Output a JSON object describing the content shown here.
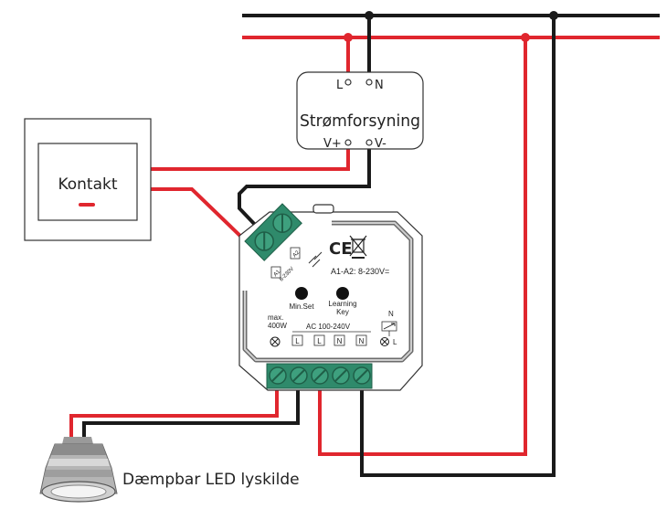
{
  "colors": {
    "live": "#e0262e",
    "neutral": "#1a1a1a",
    "terminal_green": "#2f8a6b",
    "panel_grey": "#6b6b6b"
  },
  "power_supply": {
    "label": "Strømforsyning",
    "in_l": "L",
    "in_n": "N",
    "out_pos": "V+",
    "out_neg": "V-"
  },
  "switch": {
    "label": "Kontakt"
  },
  "dimmer": {
    "ce_mark": "CE",
    "a1_a2": "A1-A2: 8-230V",
    "a1_a2_symbol": "=",
    "min_set": "Min.Set",
    "learning_key_1": "Learning",
    "learning_key_2": "Key",
    "max_1": "max.",
    "max_2": "400W",
    "ac_range": "AC 100-240V",
    "terminal_a1": "A1",
    "terminal_a2": "A2",
    "side_voltage": "8-230V",
    "bottom_terminals": [
      "L",
      "L",
      "N",
      "N"
    ],
    "right_n": "N",
    "right_l": "L"
  },
  "lamp": {
    "label": "Dæmpbar LED lyskilde"
  }
}
